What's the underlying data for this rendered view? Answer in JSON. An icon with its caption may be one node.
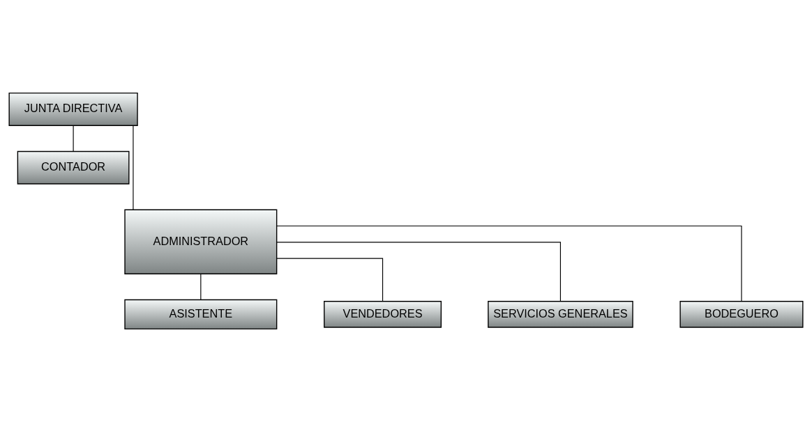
{
  "diagram": {
    "nodes": [
      {
        "text": [
          "JUNTA DIRECTIVA"
        ]
      },
      {
        "text": [
          "CONTADOR"
        ]
      },
      {
        "text": [
          "ADMINISTRADOR"
        ]
      },
      {
        "text": [
          "ASISTENTE"
        ]
      },
      {
        "text": [
          "VENDEDORES"
        ]
      },
      {
        "text": [
          "SERVICIOS GENERALES"
        ]
      },
      {
        "text": [
          "BODEGUERO"
        ]
      }
    ],
    "edges": [
      {
        "from": 0,
        "to": 1,
        "arrow": "none"
      },
      {
        "from": 0,
        "to": 2,
        "arrow": "none"
      },
      {
        "from": 2,
        "to": 3,
        "arrow": "none"
      },
      {
        "from": 2,
        "to": 4,
        "arrow": "none"
      },
      {
        "from": 2,
        "to": 5,
        "arrow": "none"
      },
      {
        "from": 2,
        "to": 6,
        "arrow": "none"
      }
    ]
  }
}
